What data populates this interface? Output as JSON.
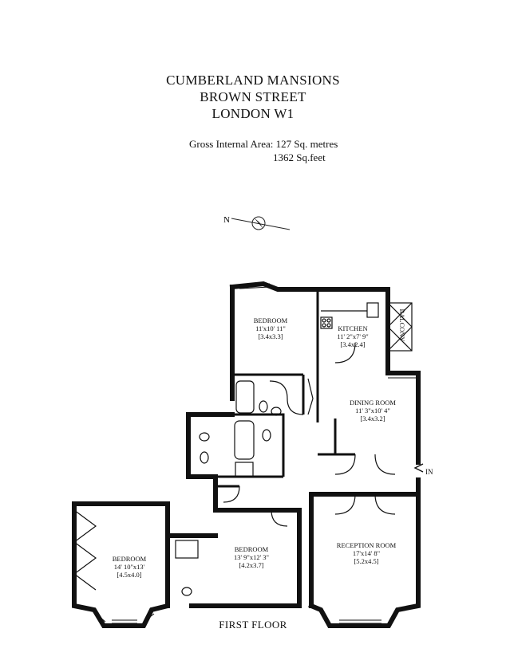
{
  "address": {
    "line1": "CUMBERLAND MANSIONS",
    "line2": "BROWN STREET",
    "line3": "LONDON W1"
  },
  "area": {
    "label": "Gross Internal Area: 127 Sq. metres",
    "imperial": "1362 Sq.feet"
  },
  "compass": {
    "letter": "N",
    "icon": "north-arrow-icon"
  },
  "rooms": {
    "bedroom_top": {
      "name": "BEDROOM",
      "imperial": "11'x10' 11\"",
      "metric": "[3.4x3.3]"
    },
    "kitchen": {
      "name": "KITCHEN",
      "imperial": "11' 2\"x7' 9\"",
      "metric": "[3.4x2.4]"
    },
    "balcony": {
      "name": "BALCONY"
    },
    "dining": {
      "name": "DINING ROOM",
      "imperial": "11' 3\"x10' 4\"",
      "metric": "[3.4x3.2]"
    },
    "bedroom_left": {
      "name": "BEDROOM",
      "imperial": "14' 10\"x13'",
      "metric": "[4.5x4.0]"
    },
    "bedroom_mid": {
      "name": "BEDROOM",
      "imperial": "13' 9\"x12' 3\"",
      "metric": "[4.2x3.7]"
    },
    "reception": {
      "name": "RECEPTION ROOM",
      "imperial": "17'x14' 8\"",
      "metric": "[5.2x4.5]"
    }
  },
  "entrance": {
    "label": "IN"
  },
  "floor": {
    "label": "FIRST FLOOR"
  }
}
